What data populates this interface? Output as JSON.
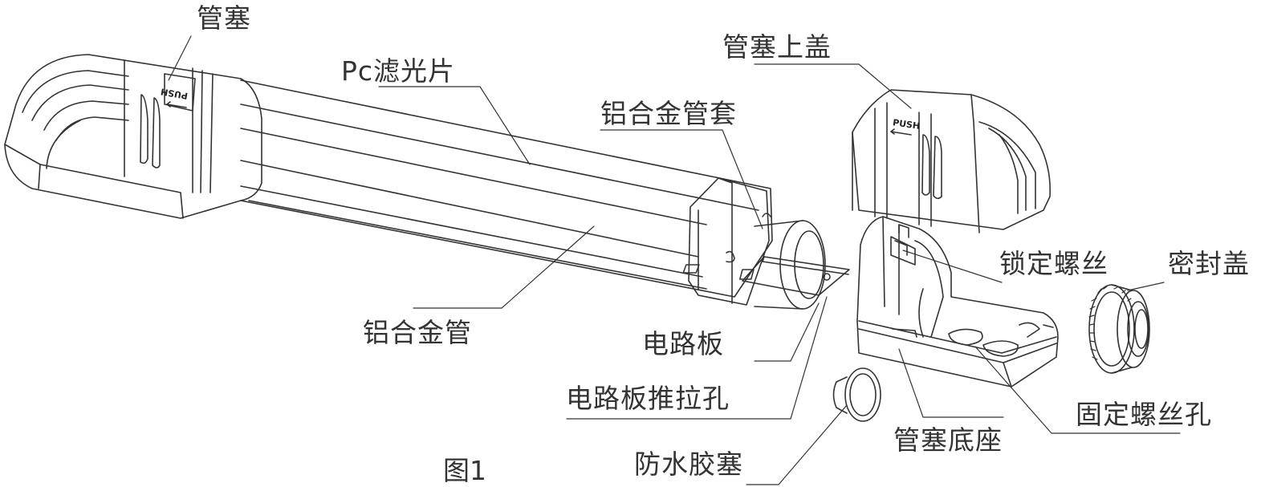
{
  "labels": {
    "guansai": "管塞",
    "pc_filter": "Pc滤光片",
    "alloy_sleeve": "铝合金管套",
    "top_cover": "管塞上盖",
    "lock_screw": "锁定螺丝",
    "seal_cap": "密封盖",
    "alloy_tube": "铝合金管",
    "pcb": "电路板",
    "pcb_pull_hole": "电路板推拉孔",
    "fix_screw_hole": "固定螺丝孔",
    "base": "管塞底座",
    "rubber_plug": "防水胶塞"
  },
  "figure_caption": "图1",
  "push_text": "PUSH"
}
